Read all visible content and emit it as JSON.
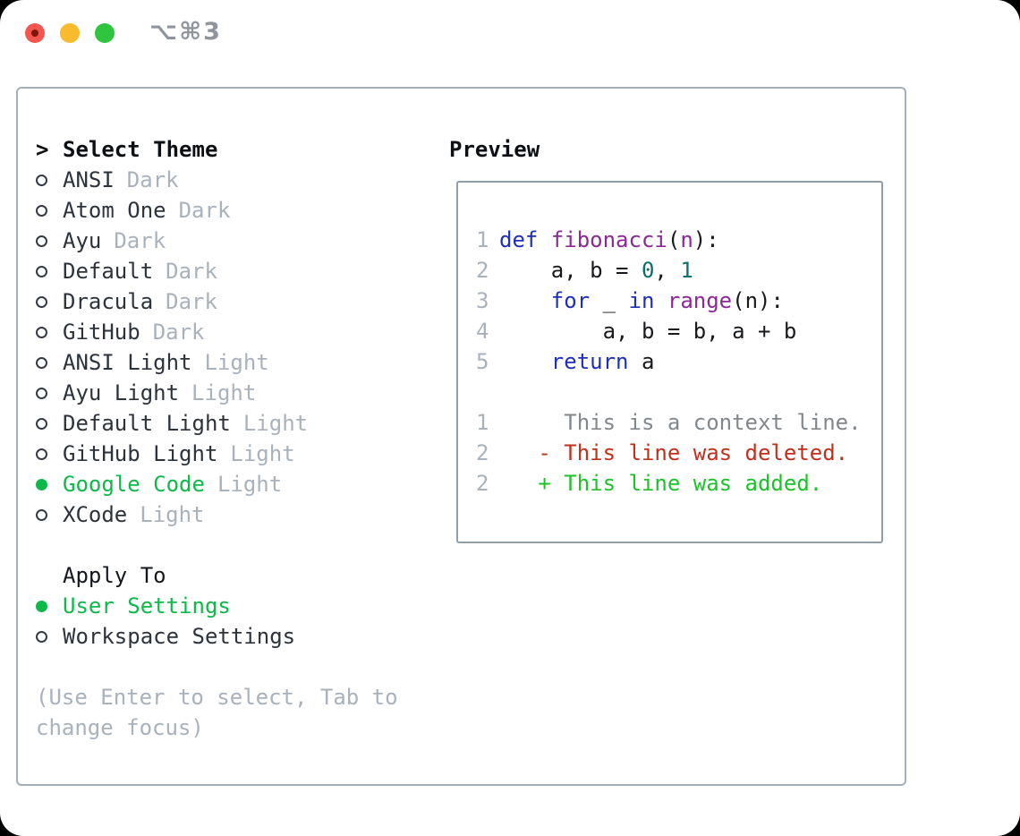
{
  "window": {
    "title": "⌥⌘3"
  },
  "theme_selector": {
    "prompt_marker": ">",
    "heading": "Select Theme",
    "items": [
      {
        "label": "ANSI",
        "variant": "Dark",
        "selected": false
      },
      {
        "label": "Atom One",
        "variant": "Dark",
        "selected": false
      },
      {
        "label": "Ayu",
        "variant": "Dark",
        "selected": false
      },
      {
        "label": "Default",
        "variant": "Dark",
        "selected": false
      },
      {
        "label": "Dracula",
        "variant": "Dark",
        "selected": false
      },
      {
        "label": "GitHub",
        "variant": "Dark",
        "selected": false
      },
      {
        "label": "ANSI Light",
        "variant": "Light",
        "selected": false
      },
      {
        "label": "Ayu Light",
        "variant": "Light",
        "selected": false
      },
      {
        "label": "Default Light",
        "variant": "Light",
        "selected": false
      },
      {
        "label": "GitHub Light",
        "variant": "Light",
        "selected": false
      },
      {
        "label": "Google Code",
        "variant": "Light",
        "selected": true
      },
      {
        "label": "XCode",
        "variant": "Light",
        "selected": false
      }
    ]
  },
  "apply_to": {
    "heading": "Apply To",
    "options": [
      {
        "label": "User Settings",
        "selected": true
      },
      {
        "label": "Workspace Settings",
        "selected": false
      }
    ]
  },
  "hint": "(Use Enter to select, Tab to change focus)",
  "preview": {
    "heading": "Preview",
    "lines": [
      {
        "num": "1",
        "segments": [
          {
            "t": "def",
            "c": "kw"
          },
          {
            "t": " ",
            "c": "pln"
          },
          {
            "t": "fibonacci",
            "c": "typ"
          },
          {
            "t": "(",
            "c": "pln"
          },
          {
            "t": "n",
            "c": "typ"
          },
          {
            "t": "):",
            "c": "pln"
          }
        ]
      },
      {
        "num": "2",
        "segments": [
          {
            "t": "    a, b = ",
            "c": "pln"
          },
          {
            "t": "0",
            "c": "lit"
          },
          {
            "t": ", ",
            "c": "pln"
          },
          {
            "t": "1",
            "c": "lit"
          }
        ]
      },
      {
        "num": "3",
        "segments": [
          {
            "t": "    ",
            "c": "pln"
          },
          {
            "t": "for",
            "c": "kw"
          },
          {
            "t": " _ ",
            "c": "pln"
          },
          {
            "t": "in",
            "c": "kw"
          },
          {
            "t": " ",
            "c": "pln"
          },
          {
            "t": "range",
            "c": "typ"
          },
          {
            "t": "(n):",
            "c": "pln"
          }
        ]
      },
      {
        "num": "4",
        "segments": [
          {
            "t": "        a, b = b, a + b",
            "c": "pln"
          }
        ]
      },
      {
        "num": "5",
        "segments": [
          {
            "t": "    ",
            "c": "pln"
          },
          {
            "t": "return",
            "c": "kw"
          },
          {
            "t": " a",
            "c": "pln"
          }
        ]
      },
      {
        "num": "",
        "segments": []
      },
      {
        "num": "1",
        "segments": [
          {
            "t": "     This is a context line.",
            "c": "ctx"
          }
        ]
      },
      {
        "num": "2",
        "segments": [
          {
            "t": "   - This line was deleted.",
            "c": "del"
          }
        ]
      },
      {
        "num": "2",
        "segments": [
          {
            "t": "   + This line was added.",
            "c": "add"
          }
        ]
      }
    ]
  },
  "colors": {
    "selection_green": "#0eb94a",
    "diff_added_green": "#1cc229",
    "diff_deleted_red": "#c1301d",
    "keyword_blue": "#1e2fb8",
    "type_purple": "#8c2896",
    "literal_teal": "#0b6e70",
    "muted_gray": "#a9b2bc",
    "panel_border": "#a4aeb8",
    "traffic_red": "#f4564f",
    "traffic_yellow": "#f8bb2d",
    "traffic_green": "#30c53e"
  }
}
